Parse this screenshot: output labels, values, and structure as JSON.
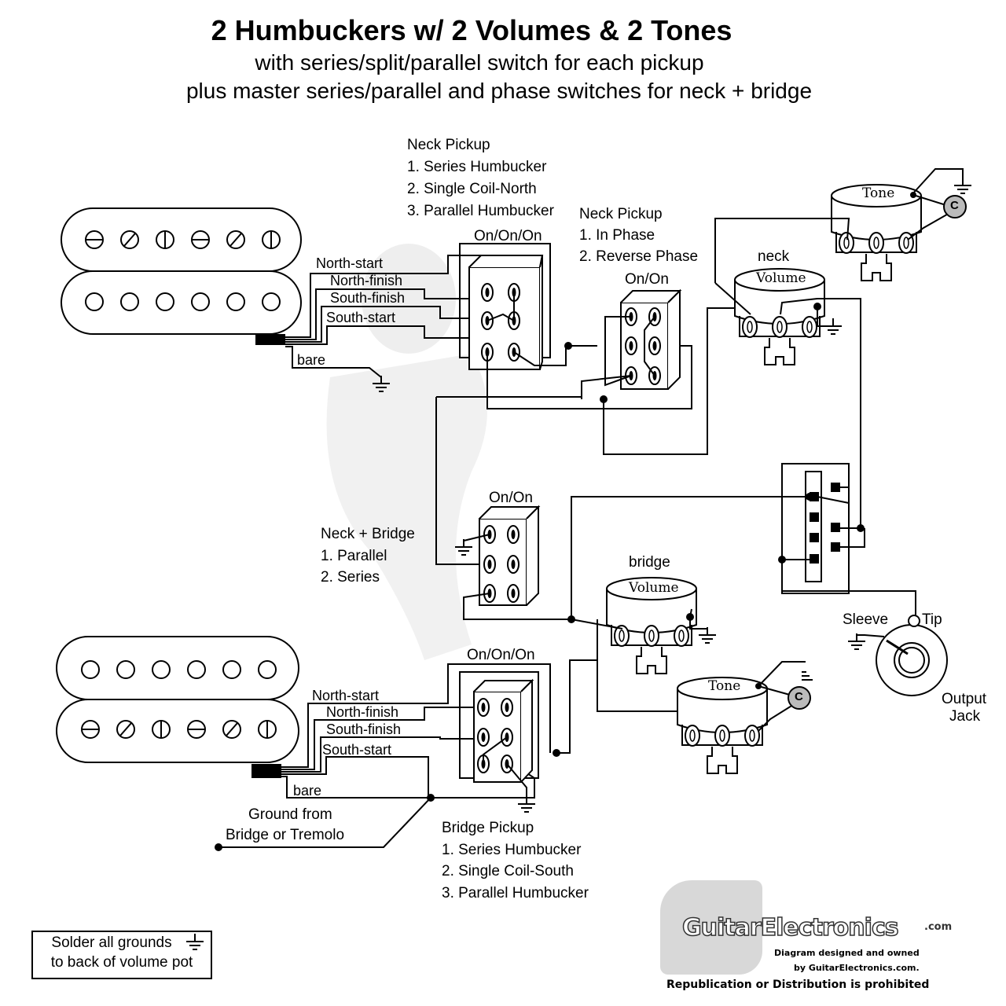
{
  "header": {
    "title": "2 Humbuckers w/ 2 Volumes & 2 Tones",
    "subtitle_line1": "with series/split/parallel switch for each pickup",
    "subtitle_line2": "plus master series/parallel and phase switches for neck + bridge"
  },
  "neck_pickup_switch": {
    "heading": "Neck Pickup",
    "options": [
      "1. Series Humbucker",
      "2. Single Coil-North",
      "3. Parallel Humbucker"
    ],
    "switch_type": "On/On/On"
  },
  "neck_phase_switch": {
    "heading": "Neck Pickup",
    "options": [
      "1. In Phase",
      "2. Reverse Phase"
    ],
    "switch_type": "On/On"
  },
  "master_switch": {
    "heading": "Neck + Bridge",
    "options": [
      "1. Parallel",
      "2. Series"
    ],
    "switch_type": "On/On"
  },
  "bridge_pickup_switch": {
    "heading": "Bridge Pickup",
    "options": [
      "1. Series Humbucker",
      "2. Single Coil-South",
      "3. Parallel Humbucker"
    ],
    "switch_type": "On/On/On"
  },
  "wires": {
    "north_start": "North-start",
    "north_finish": "North-finish",
    "south_finish": "South-finish",
    "south_start": "South-start",
    "bare": "bare"
  },
  "pots": {
    "neck_label": "neck",
    "bridge_label": "bridge",
    "volume": "Volume",
    "tone": "Tone",
    "cap": "C"
  },
  "jack": {
    "sleeve": "Sleeve",
    "tip": "Tip",
    "name_line1": "Output",
    "name_line2": "Jack"
  },
  "ground": {
    "line1": "Ground from",
    "line2": "Bridge or Tremolo"
  },
  "note": {
    "line1": "Solder all grounds",
    "line2": "to back of volume pot"
  },
  "logo": {
    "brand": "GuitarElectronics",
    "suffix": ".com",
    "line1": "Diagram designed and owned",
    "line2": "by GuitarElectronics.com.",
    "line3": "Republication or Distribution is prohibited"
  }
}
